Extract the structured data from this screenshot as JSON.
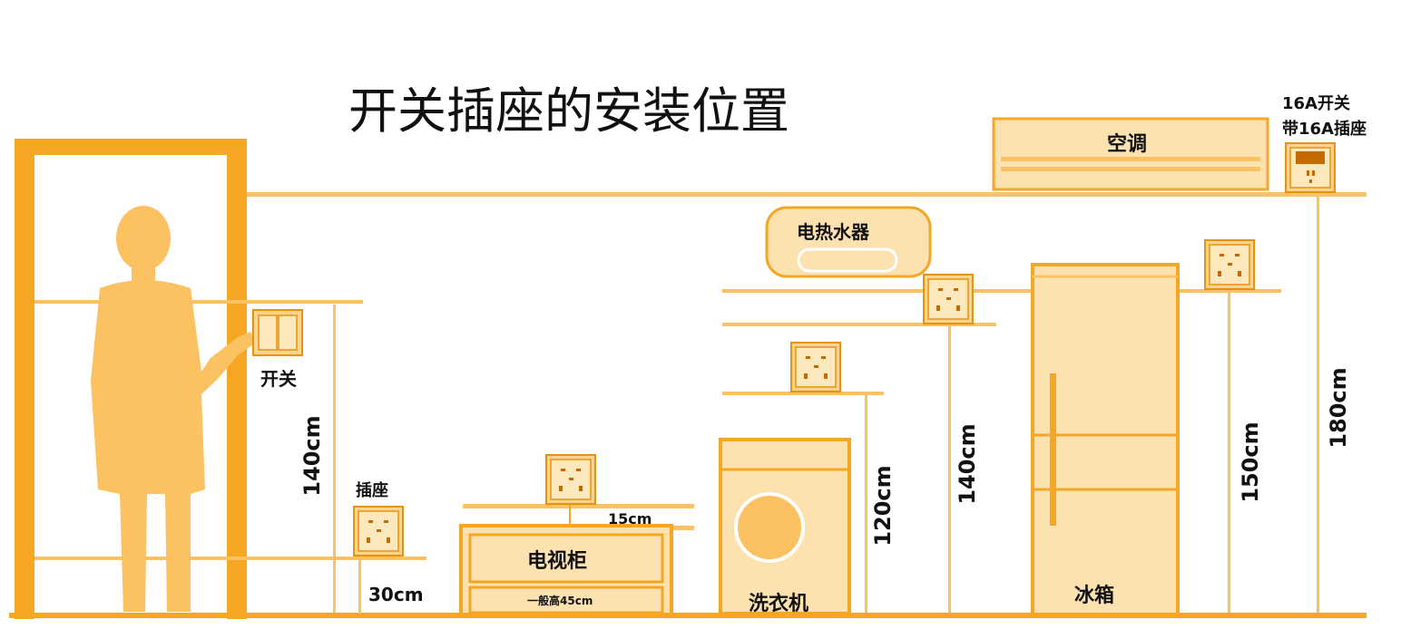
{
  "title": "开关插座的安装位置",
  "labels": {
    "switch": "开关",
    "socket": "插座",
    "tv_cabinet": "电视柜",
    "tv_cabinet_height": "一般高45cm",
    "washing_machine": "洗衣机",
    "water_heater": "电热水器",
    "fridge": "冰箱",
    "aircon": "空调",
    "aircon_note_line1": "16A开关",
    "aircon_note_line2": "带16A插座"
  },
  "dimensions": {
    "switch_height": "140cm",
    "socket_height": "30cm",
    "tv_gap": "15cm",
    "washer_height": "120cm",
    "heater_height": "140cm",
    "fridge_height": "150cm",
    "aircon_height": "180cm"
  },
  "colors": {
    "orange": "#f5a623",
    "light_orange": "#fcd491",
    "fill": "#fde2b0",
    "dark": "#e07b00"
  },
  "icons": [
    "person-silhouette",
    "light-switch-icon",
    "power-socket-icon"
  ]
}
